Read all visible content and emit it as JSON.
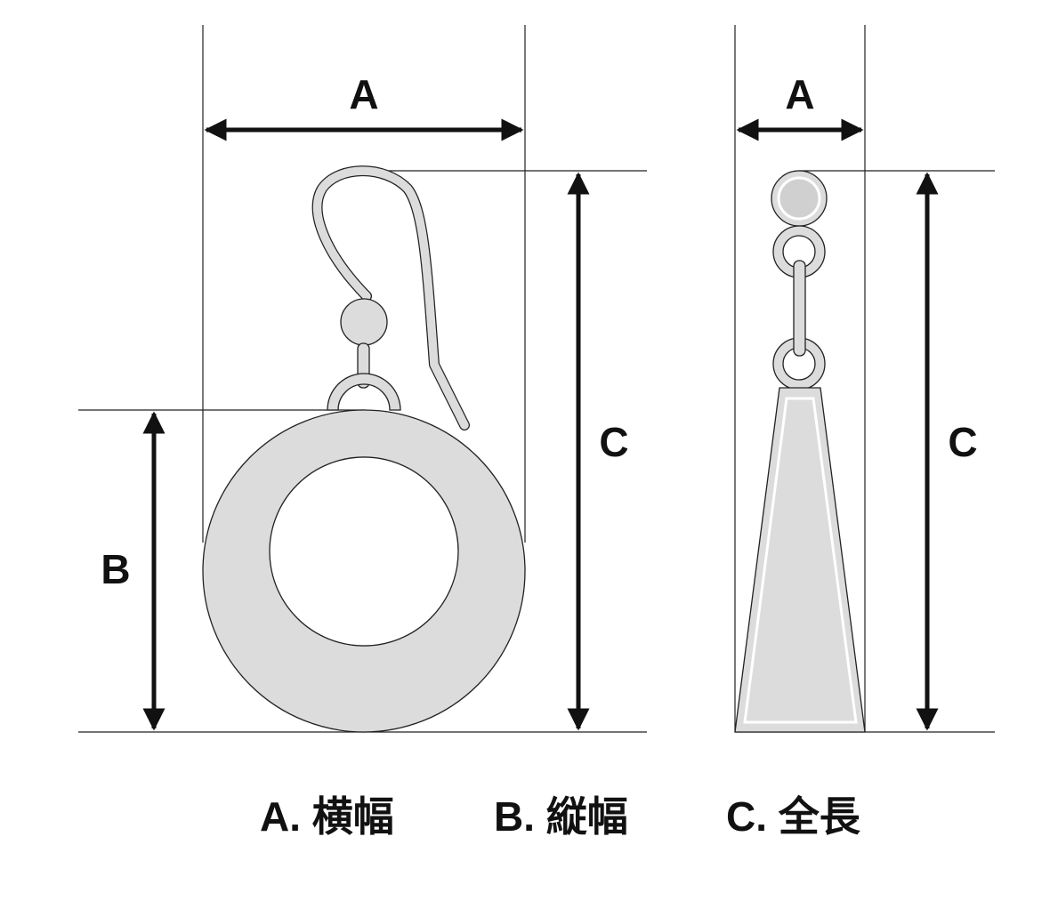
{
  "front_view": {
    "dim_a": "A",
    "dim_b": "B",
    "dim_c": "C"
  },
  "side_view": {
    "dim_a": "A",
    "dim_c": "C"
  },
  "legend": [
    {
      "label": "A. 横幅"
    },
    {
      "label": "B. 縦幅"
    },
    {
      "label": "C. 全長"
    }
  ],
  "colors": {
    "part_fill": "#dcdcdc",
    "line": "#222222",
    "text": "#111111"
  }
}
